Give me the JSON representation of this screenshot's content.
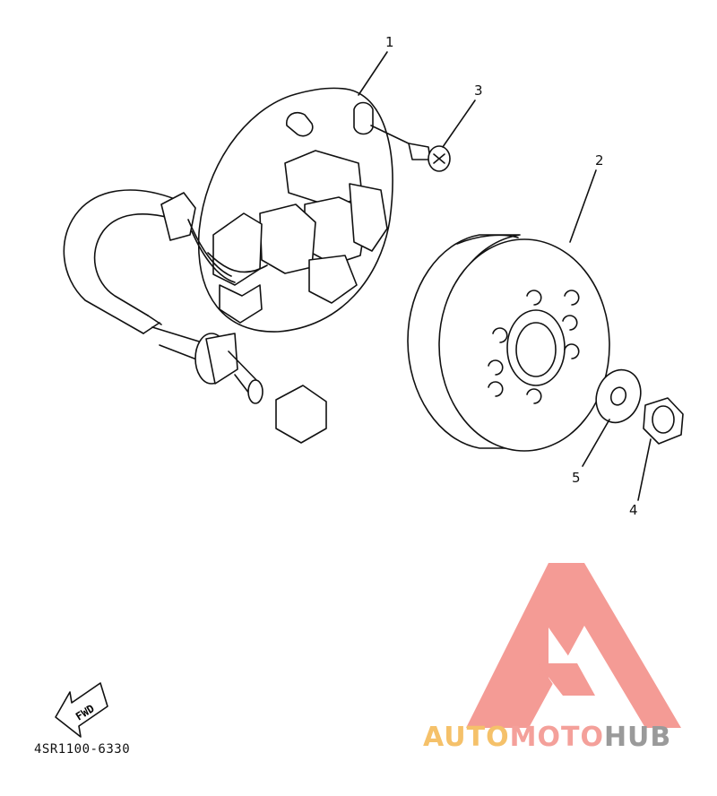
{
  "callouts": {
    "c1": "1",
    "c2": "2",
    "c3": "3",
    "c4": "4",
    "c5": "5"
  },
  "fwd_label": "FWD",
  "diagram_code": "4SR1100-6330",
  "watermark": {
    "part1": "AUTO",
    "part2": "MOTO",
    "part3": "HUB",
    "color1": "#f5c16a",
    "color2": "#f4a09a",
    "color3": "#9a9a9a",
    "logo_color": "#f49690"
  }
}
